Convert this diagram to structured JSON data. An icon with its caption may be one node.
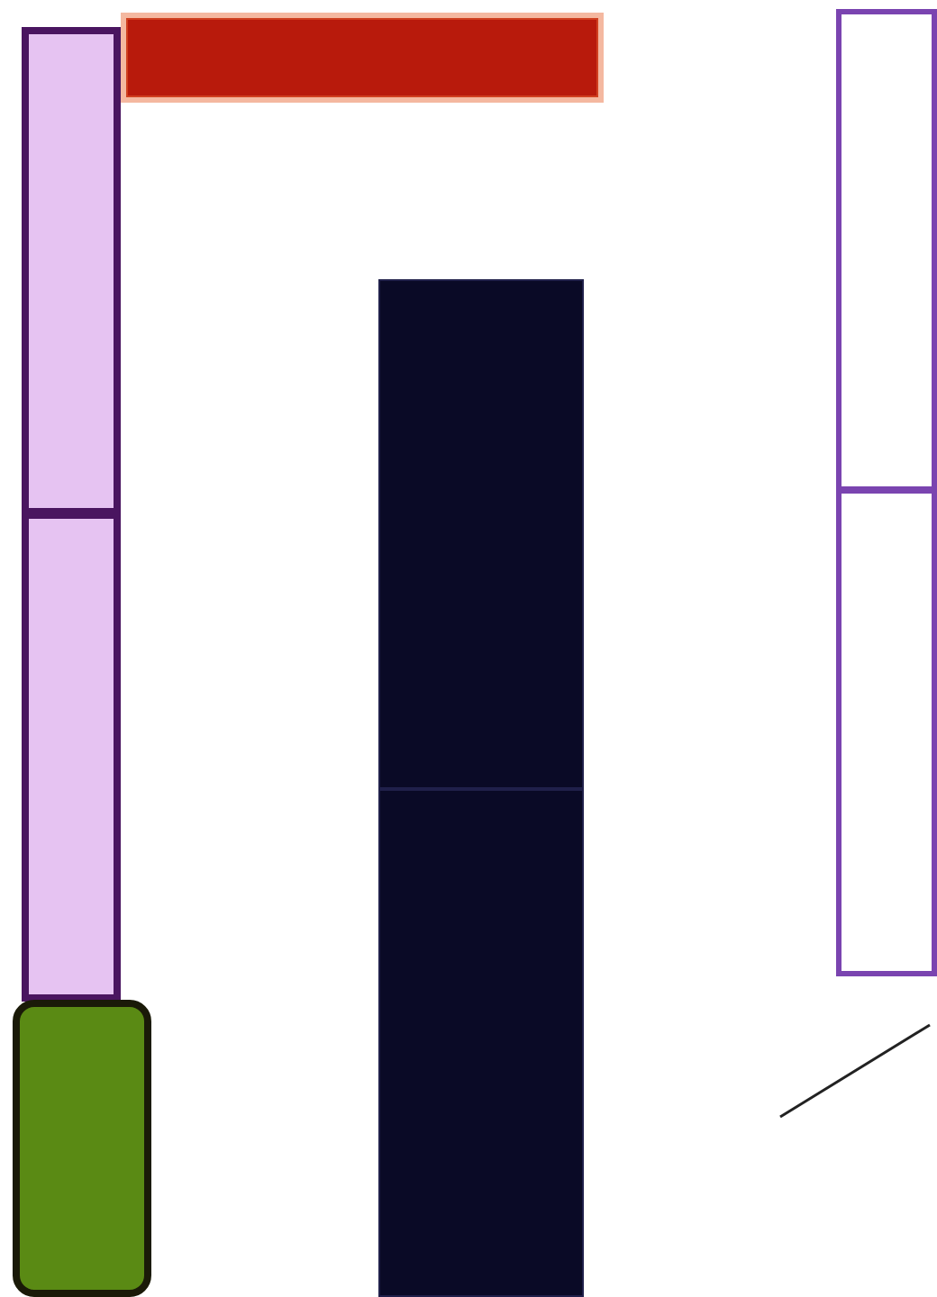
{
  "diagram": {
    "nodes": [
      {
        "text": [],
        "shape": "box"
      },
      {
        "text": [],
        "shape": "bar"
      },
      {
        "text": [],
        "shape": "box"
      },
      {
        "text": [],
        "shape": "box"
      },
      {
        "text": [],
        "shape": "box"
      },
      {
        "text": [],
        "shape": "box"
      },
      {
        "text": [],
        "shape": "box"
      },
      {
        "text": [],
        "shape": "box"
      }
    ]
  }
}
